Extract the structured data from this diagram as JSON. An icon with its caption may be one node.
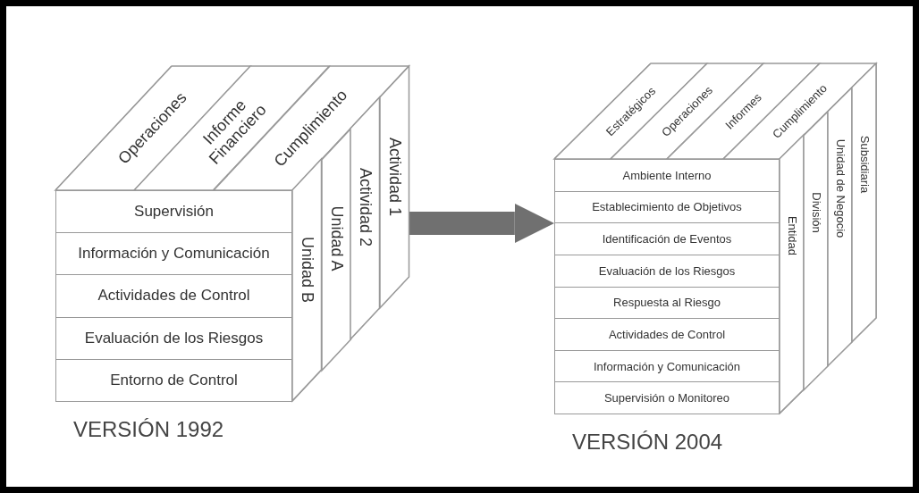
{
  "diagram": {
    "nodes": [
      {
        "text": [],
        "shape": "cube",
        "beside": [
          "VERSIÓN 1992"
        ]
      },
      {
        "text": [
          "Supervisión"
        ],
        "in": 0
      },
      {
        "text": [
          "Información y Comunicación"
        ],
        "in": 0
      },
      {
        "text": [
          "Actividades de Control"
        ],
        "in": 0
      },
      {
        "text": [
          "Evaluación de los Riesgos"
        ],
        "in": 0
      },
      {
        "text": [
          "Entorno de Control"
        ],
        "in": 0
      },
      {
        "text": [
          "Operaciones"
        ],
        "in": 0
      },
      {
        "text": [
          "Informe Financiero"
        ],
        "in": 0
      },
      {
        "text": [
          "Cumplimiento"
        ],
        "in": 0
      },
      {
        "text": [
          "Unidad B"
        ],
        "in": 0
      },
      {
        "text": [
          "Unidad A"
        ],
        "in": 0
      },
      {
        "text": [
          "Actividad 2"
        ],
        "in": 0
      },
      {
        "text": [
          "Actividad 1"
        ],
        "in": 0
      },
      {
        "text": [],
        "shape": "cube",
        "beside": [
          "VERSIÓN 2004"
        ]
      },
      {
        "text": [
          "Ambiente Interno"
        ],
        "in": 13
      },
      {
        "text": [
          "Establecimiento de Objetivos"
        ],
        "in": 13
      },
      {
        "text": [
          "Identificación de Eventos"
        ],
        "in": 13
      },
      {
        "text": [
          "Evaluación de los Riesgos"
        ],
        "in": 13
      },
      {
        "text": [
          "Respuesta al Riesgo"
        ],
        "in": 13
      },
      {
        "text": [
          "Actividades de Control"
        ],
        "in": 13
      },
      {
        "text": [
          "Información y Comunicación"
        ],
        "in": 13
      },
      {
        "text": [
          "Supervisión o Monitoreo"
        ],
        "in": 13
      },
      {
        "text": [
          "Estratégicos"
        ],
        "in": 13
      },
      {
        "text": [
          "Operaciones"
        ],
        "in": 13
      },
      {
        "text": [
          "Informes"
        ],
        "in": 13
      },
      {
        "text": [
          "Cumplimiento"
        ],
        "in": 13
      },
      {
        "text": [
          "Entidad"
        ],
        "in": 13
      },
      {
        "text": [
          "División"
        ],
        "in": 13
      },
      {
        "text": [
          "Unidad de Negocio"
        ],
        "in": 13
      },
      {
        "text": [
          "Subsidiaria"
        ],
        "in": 13
      }
    ],
    "edges": [
      {
        "from": 0,
        "to": 13,
        "arrow": "to"
      }
    ]
  }
}
